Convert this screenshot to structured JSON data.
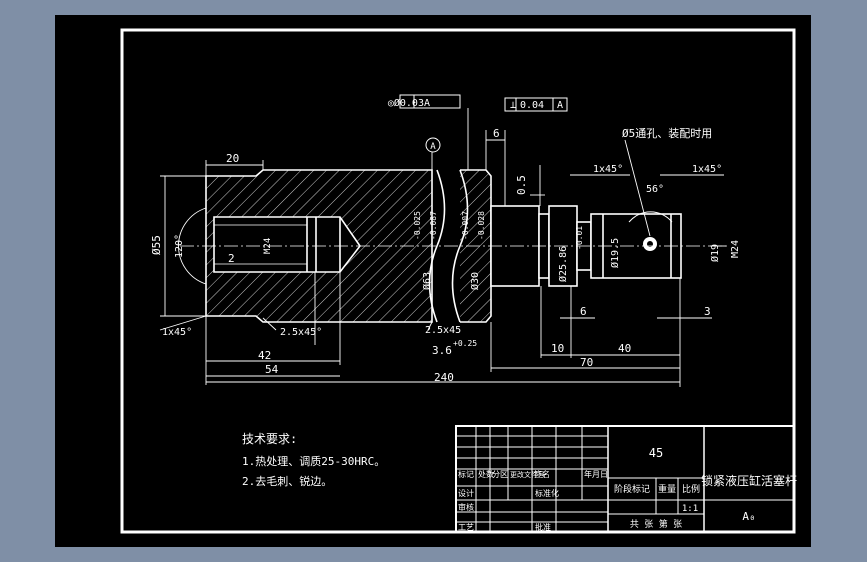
{
  "colors": {
    "app_background": "#7f8fa6",
    "drawing_background": "#000000",
    "linework": "#ffffff",
    "hatch": "#ffffff"
  },
  "annotations": {
    "coaxiality": "◎Ø0.03A",
    "perpendicularity_symbol": "⊥",
    "perpendicularity_value": "0.04",
    "perpendicularity_datum": "A",
    "datum": "A",
    "hole_note": "Ø5通孔、装配时用",
    "angle_120": "120°",
    "angle_56": "56°"
  },
  "dimensions": {
    "d_20": "20",
    "d_55": "Ø55",
    "d_m24_bore": "M24",
    "d_2": "2",
    "d_1x45_left": "1x45°",
    "d_2_5x45_a": "2.5x45°",
    "d_2_5x45_b": "2.5x45",
    "d_42": "42",
    "d_54": "54",
    "d_240": "240",
    "d_3_6": "3.6",
    "d_3_6_tol": "+0.25",
    "d_6_top": "6",
    "d_0_5": "0.5",
    "d_1x45_mid": "1x45°",
    "d_1x45_right": "1x45°",
    "d_10": "10",
    "d_40": "40",
    "d_70": "70",
    "d_6_bottom": "6",
    "d_3": "3",
    "d_phi63": "Ø63",
    "d_phi63_tol_top": "-0.025",
    "d_phi63_tol_bot": "-0.087",
    "d_phi30": "Ø30",
    "d_phi30_tol_top": "-0.007",
    "d_phi30_tol_bot": "-0.028",
    "d_phi25": "Ø25.86",
    "d_phi25_tol": "-0.01",
    "d_phi19_5": "Ø19.5",
    "d_phi19": "Ø19",
    "d_m24_thread": "M24"
  },
  "tech_requirements": {
    "title": "技术要求:",
    "line1": "1.热处理、调质25-30HRC。",
    "line2": "2.去毛刺、锐边。"
  },
  "title_block": {
    "material": "45",
    "part_name": "锁紧液压缸活塞杆",
    "drawing_code": "A₀",
    "scale": "1:1",
    "stage_label": "阶段标记",
    "weight_label": "重量",
    "scale_label": "比例",
    "sheets_label": "共 张 第 张",
    "rev_mark": "标记",
    "rev_count": "处数",
    "rev_zone": "分区",
    "rev_doc": "更改文件号",
    "rev_sign": "签名",
    "rev_date": "年月日",
    "design": "设计",
    "check": "审核",
    "process": "工艺",
    "standard": "标准化",
    "approve": "批准"
  }
}
